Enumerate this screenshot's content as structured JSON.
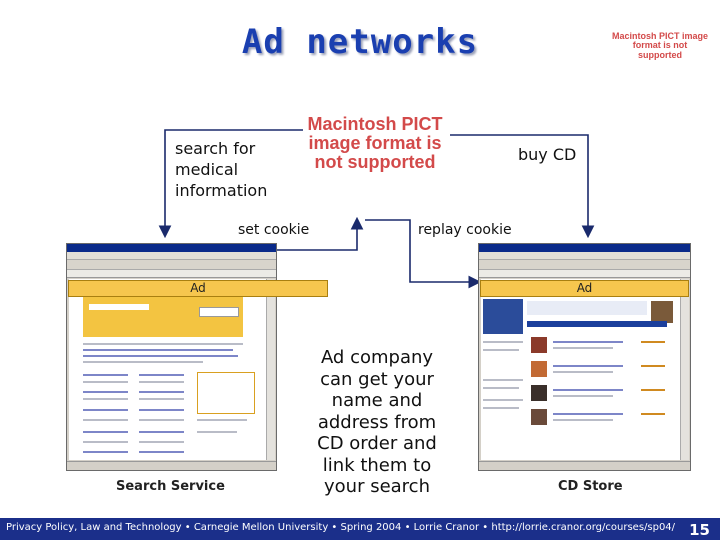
{
  "title": "Ad networks",
  "pict_notice_small": "Macintosh PICT image format is not supported",
  "pict_notice_center": "Macintosh PICT image format is not supported",
  "labels": {
    "search": "search for medical information",
    "buy": "buy CD",
    "set_cookie": "set cookie",
    "replay_cookie": "replay cookie",
    "ad_company": "Ad company can get your name and address from CD order and link them to your search"
  },
  "ad_label_left": "Ad",
  "ad_label_right": "Ad",
  "captions": {
    "search_service": "Search Service",
    "cd_store": "CD Store"
  },
  "footer": {
    "text": "Privacy Policy, Law and Technology • Carnegie Mellon University • Spring 2004 • Lorrie Cranor • http://lorrie.cranor.org/courses/sp04/",
    "page_number": "15"
  },
  "colors": {
    "title": "#1a3fb0",
    "footer_bg": "#1b2f8a",
    "ad_bar": "#f6c64e",
    "arrow": "#1a2a6c"
  }
}
